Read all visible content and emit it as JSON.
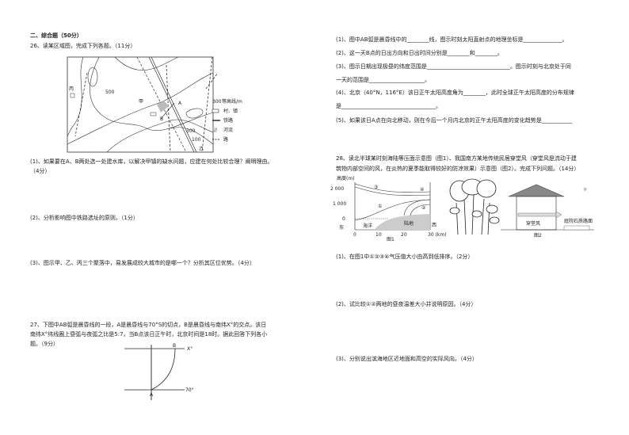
{
  "section": {
    "title": "二、综合题（50分）"
  },
  "q26": {
    "title": "26、读某区域图，完成下列各题。（11分）",
    "map": {
      "labels": {
        "bing": "丙",
        "jia": "甲",
        "yi": "乙",
        "A": "A",
        "B": "B",
        "c500": "500",
        "c300": "300",
        "c100": "100"
      },
      "legend": {
        "contour": "等高线/m",
        "contour_val": "300",
        "village": "村、镇",
        "railway": "铁路",
        "river": "河流",
        "road": "路"
      }
    },
    "q1": [
      "(1)、如果要在A、B两处选一处建水库，以解决甲镇的缺水问题，应建在何处比较合理？阐明理由。",
      "（4分）"
    ],
    "q2": "(2)、分析影响图中铁路选址的原则。（1分）",
    "q3": "(3)、图示甲、乙、丙三个聚落中，易发展成较大城市的是哪一个？分析其区位优势。（4分）"
  },
  "q27": {
    "title": [
      "27、下图中AB弧是晨昏线的一段，A是晨昏线与70°S的切点，B是晨昏线与南纬X°的交点。该日",
      "南纬X°纬线圈上昼弧与夜弧之比是5:7，当B点该日正午时，北京时间是18时。据此回答下列各小",
      "题。（9分）"
    ],
    "diagram": {
      "B": "B",
      "X": "X°",
      "A": "A",
      "lat70": "70°"
    },
    "q1": "(1)、图中AB弧是晨昏线中的________线，图示时刻太阳直射点的地理坐标是______________。",
    "q2": "(2)、这一天B点的日出方向和日出时间分别是________和________。",
    "q3": [
      "(3)、图示日期出现极昼的纬度范围是______________________________。图示时刻与北京处于同",
      "一天的范围是____________________。"
    ],
    "q4": [
      "(4)、北京（40°N，116°E）该日正午太阳高度角为________，此时全球正午太阳高度的分布规律",
      "是__________________________________。"
    ],
    "q5": "(5)、如果该日A点在向北移动，则在今后一个月内北京的正午太阳高度的变化趋势是___________"
  },
  "q28": {
    "title": [
      "28、读北半球某时刻海陆等压面示意图（图1）、我国南方某地传统民居穿堂风（穿堂风是流动于建",
      "筑物内部空间的风，在炎热的夏季能取得较好的防凉效果）示意图（图2）。完成下列问题。（14分）"
    ],
    "fig1": {
      "ylabel": "高度(m)",
      "yticks": [
        "2 000",
        "1 000",
        "0"
      ],
      "xticks": [
        "0",
        "10",
        "20",
        "30 (km)"
      ],
      "east": "东",
      "west": "西",
      "sea": "海洋",
      "land": "陆地",
      "points": [
        "①",
        "②",
        "③",
        "④"
      ],
      "caption": "图1"
    },
    "fig2": {
      "wind": "穿堂风",
      "yard": "庭院石质路面",
      "caption": "图2"
    },
    "q1": "(1)、在图1中①②③④气压值大小由高到低排序。（2分）",
    "q2": "(2)、试比较①②两地的昼夜温差大小并说明原因。（4分）",
    "q3": "(3)、分别说出滨海地区近地面和高空的实际风向。（4分）"
  }
}
